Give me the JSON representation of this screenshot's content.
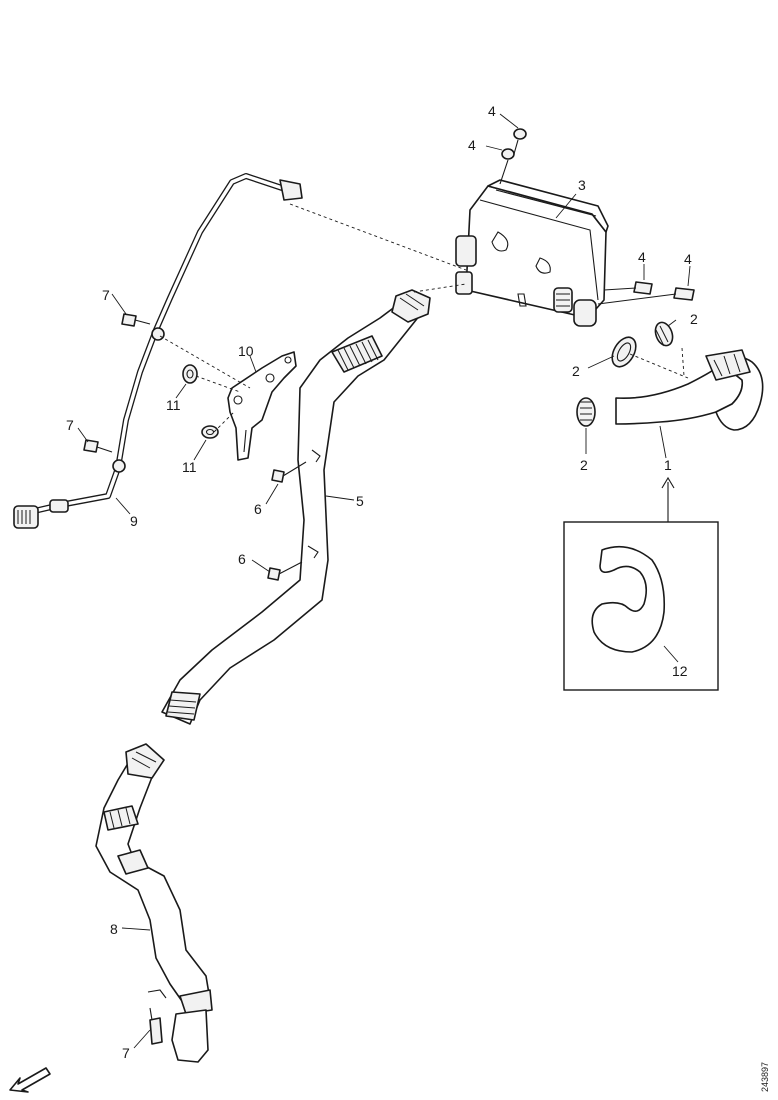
{
  "diagram": {
    "callouts": {
      "c1": "1",
      "c2a": "2",
      "c2b": "2",
      "c2c": "2",
      "c3": "3",
      "c4a": "4",
      "c4b": "4",
      "c4c": "4",
      "c4d": "4",
      "c5": "5",
      "c6a": "6",
      "c6b": "6",
      "c7a": "7",
      "c7b": "7",
      "c7c": "7",
      "c8": "8",
      "c9": "9",
      "c10": "10",
      "c11a": "11",
      "c11b": "11",
      "c12": "12"
    },
    "figure_id": "243897",
    "icons": {
      "front_arrow": "direction-arrow-icon"
    }
  }
}
